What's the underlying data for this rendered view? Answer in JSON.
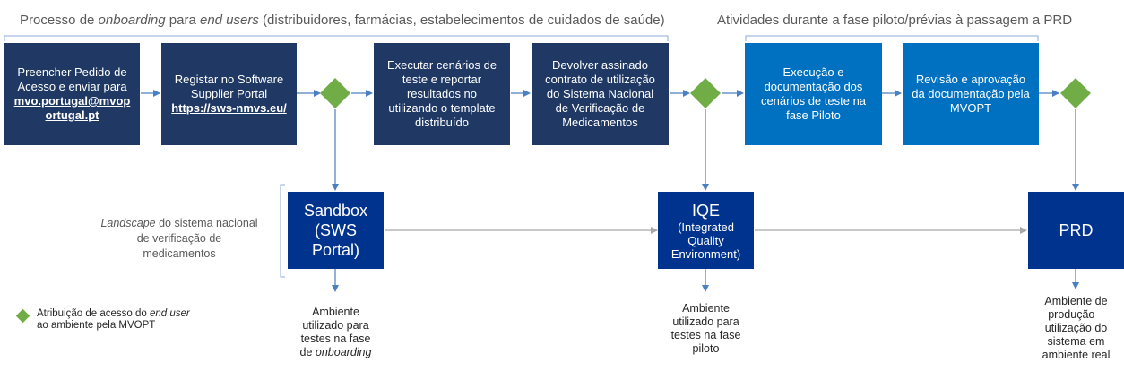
{
  "headers": {
    "onboarding": {
      "prefix": "Processo de ",
      "em1": "onboarding",
      "mid": " para ",
      "em2": "end users",
      "suffix": " (distribuidores, farmácias, estabelecimentos de cuidados de saúde)"
    },
    "pilot": "Atividades  durante a fase piloto/prévias à passagem a PRD"
  },
  "steps": {
    "s1": {
      "line1": "Preencher Pedido de",
      "line2": "Acesso e enviar para",
      "link1": "mvo.portugal@mvop",
      "link2": "ortugal.pt"
    },
    "s2": {
      "line1": "Registar no Software",
      "line2": "Supplier Portal",
      "link": "https://sws-nmvs.eu/"
    },
    "s3": {
      "l1": "Executar cenários de",
      "l2": "teste e reportar",
      "l3": "resultados no",
      "l4": "utilizando o template",
      "l5": "distribuído"
    },
    "s4": {
      "l1": "Devolver assinado",
      "l2": "contrato de utilização",
      "l3": "do Sistema Nacional",
      "l4": "de Verificação de",
      "l5": "Medicamentos"
    },
    "s5": {
      "l1": "Execução e",
      "l2": "documentação dos",
      "l3": "cenários de teste na",
      "l4": "fase Piloto"
    },
    "s6": {
      "l1": "Revisão e aprovação",
      "l2": "da documentação pela",
      "l3": "MVOPT"
    }
  },
  "environments": {
    "sandbox": {
      "l1": "Sandbox",
      "l2": "(SWS",
      "l3": "Portal)"
    },
    "iqe": {
      "title": "IQE",
      "l1": "(Integrated",
      "l2": "Quality",
      "l3": "Environment)"
    },
    "prd": {
      "title": "PRD"
    }
  },
  "landscape": {
    "em": "Landscape",
    "l1_rest": " do  sistema nacional",
    "l2": "de verificação  de",
    "l3": "medicamentos"
  },
  "captions": {
    "sandbox": {
      "l1": "Ambiente",
      "l2": "utilizado para",
      "l3": "testes na fase",
      "l4_prefix": "de ",
      "l4_em": "onboarding"
    },
    "iqe": {
      "l1": "Ambiente",
      "l2": "utilizado para",
      "l3": "testes na fase",
      "l4": "piloto"
    },
    "prd": {
      "l1": "Ambiente de",
      "l2": "produção –",
      "l3": "utilização do",
      "l4": "sistema em",
      "l5": "ambiente real"
    }
  },
  "legend": {
    "prefix": "Atribuição de acesso do ",
    "em": "end user",
    "line2": "ao ambiente pela MVOPT"
  },
  "colors": {
    "navy_step": "#1f3864",
    "blue_step": "#0070c0",
    "environment": "#00338d",
    "diamond": "#70ad47",
    "connector": "#4a7fc1"
  }
}
